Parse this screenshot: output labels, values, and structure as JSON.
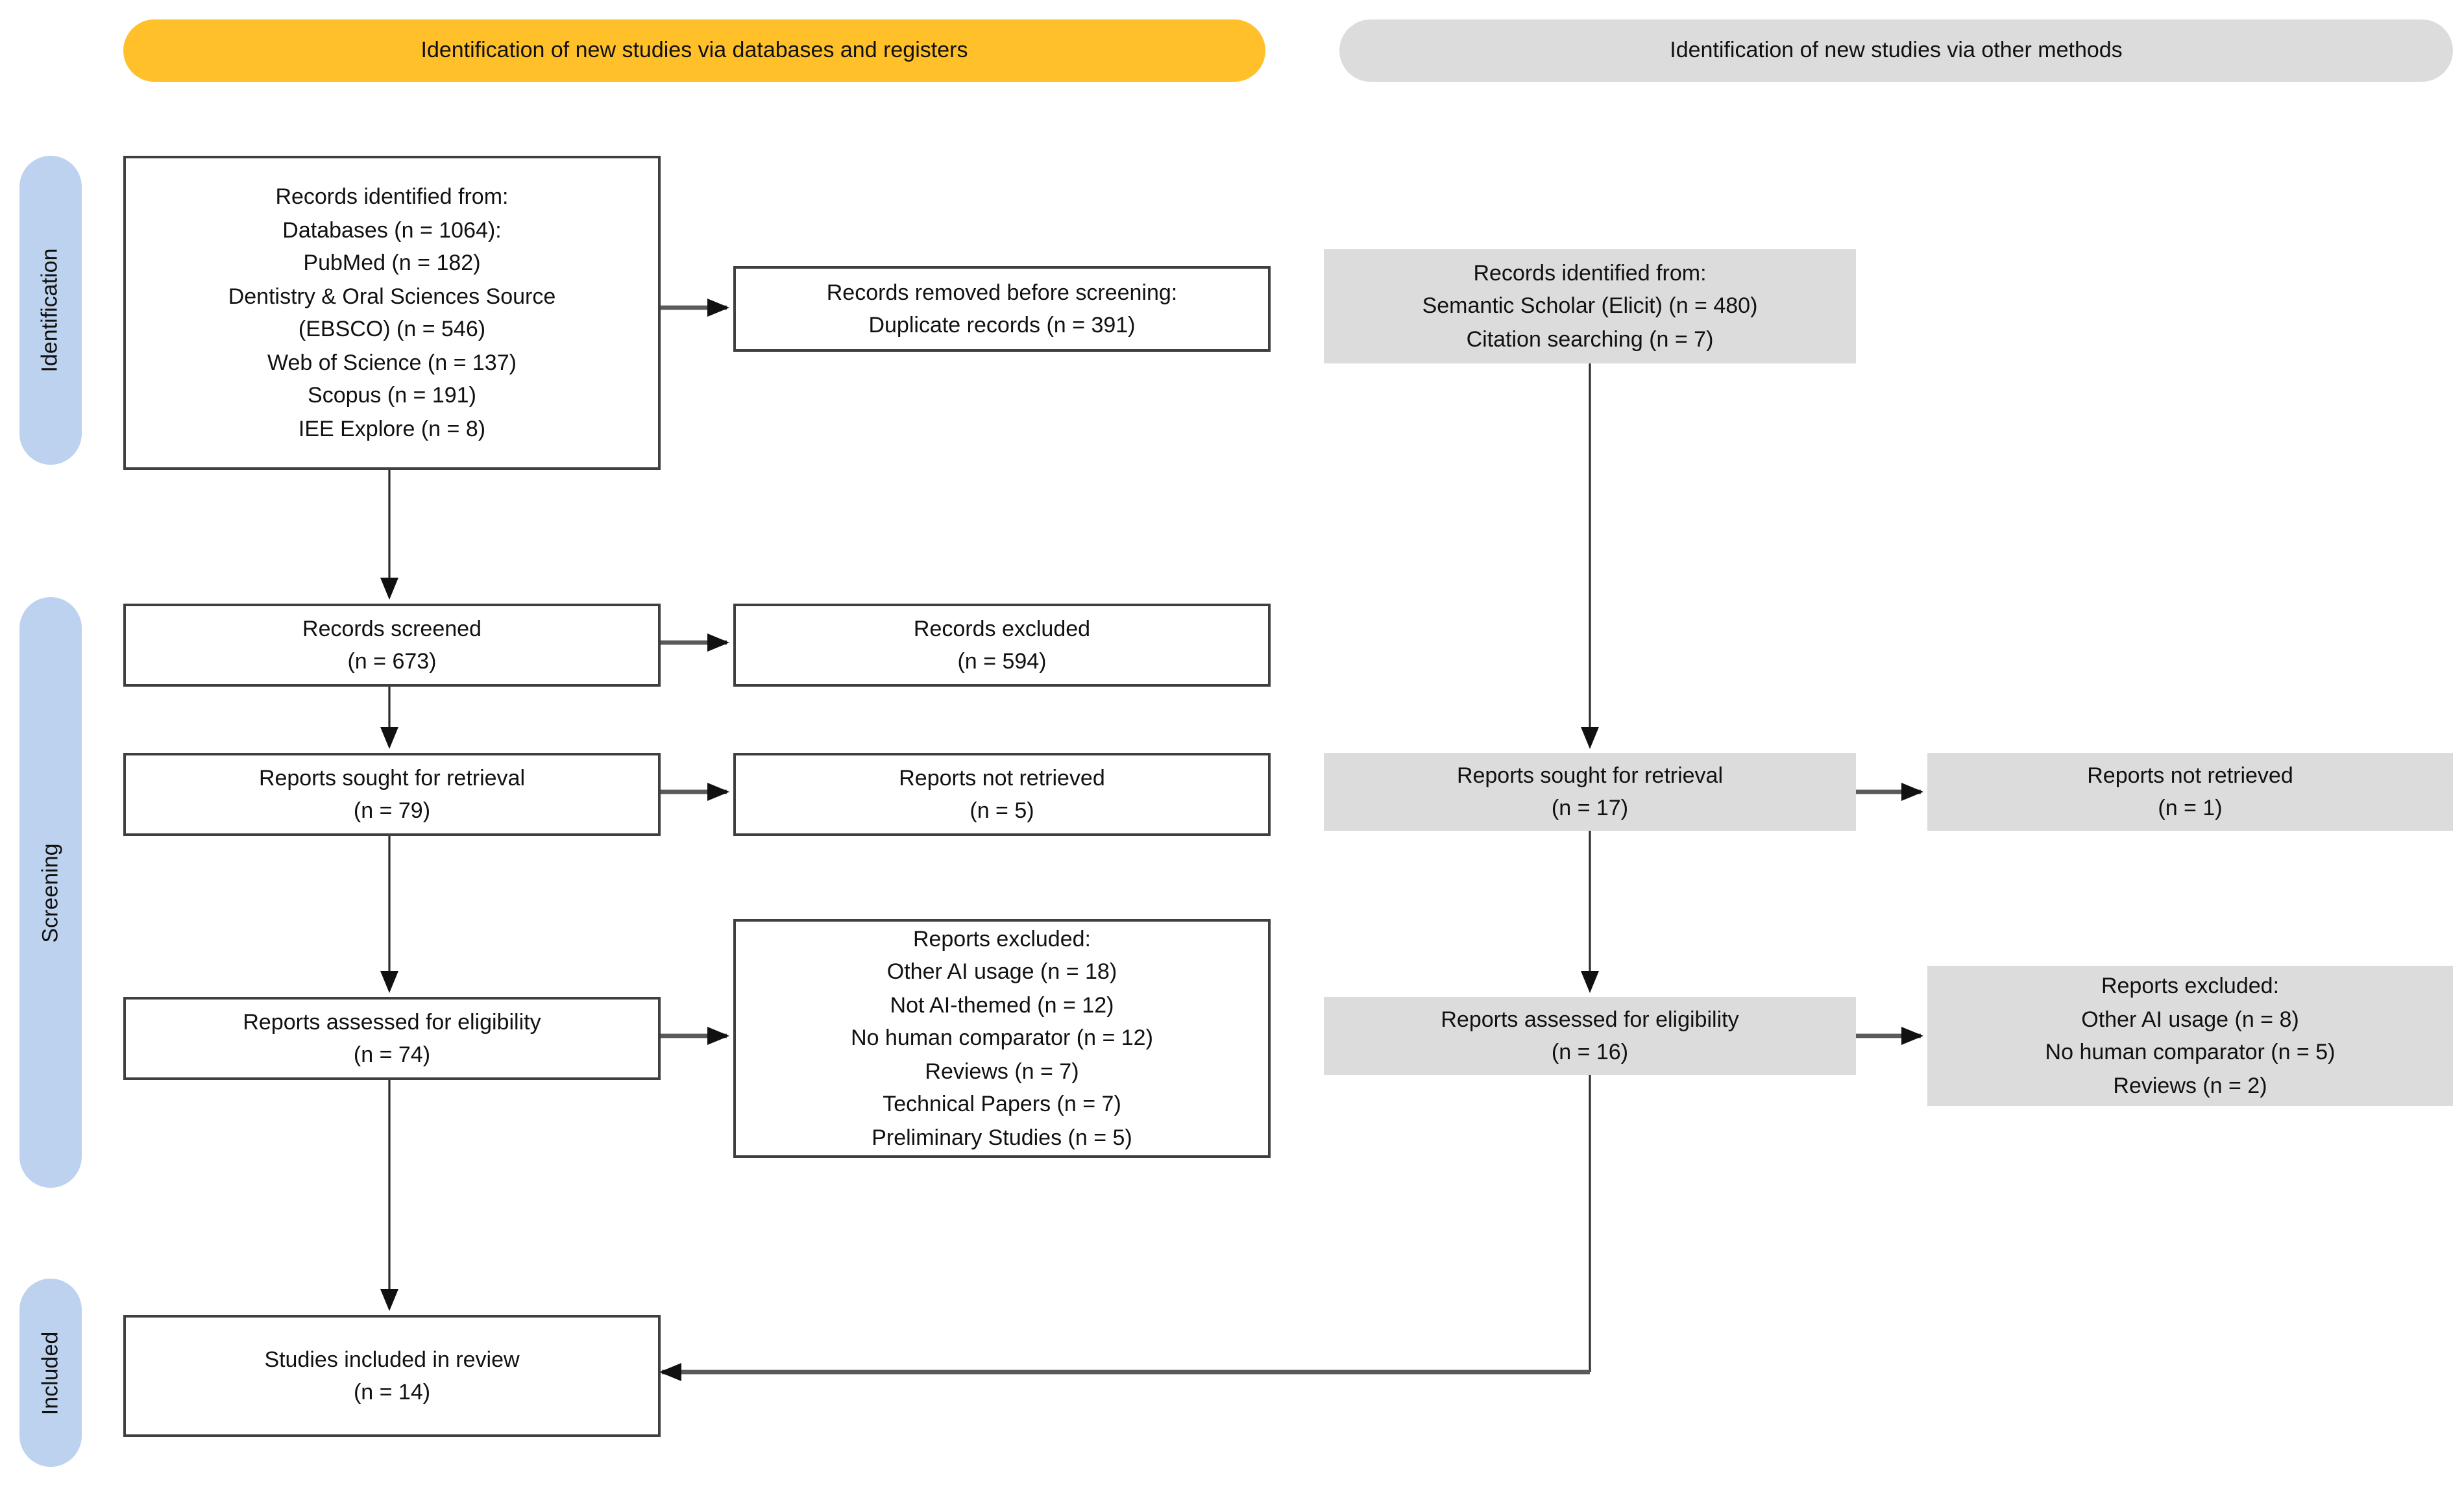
{
  "headers": {
    "databases": "Identification of new studies via databases and registers",
    "other_methods": "Identification of new studies via other methods"
  },
  "stages": [
    {
      "label": "Identification"
    },
    {
      "label": "Screening"
    },
    {
      "label": "Included"
    }
  ],
  "nodes": {
    "records_identified_databases": {
      "lines": [
        "Records identified from:",
        "Databases (n = 1064):",
        "PubMed (n = 182)",
        "Dentistry & Oral Sciences Source",
        "(EBSCO) (n = 546)",
        "Web of Science (n = 137)",
        "Scopus (n = 191)",
        "IEE Explore (n = 8)"
      ]
    },
    "records_removed": {
      "lines": [
        "Records removed before screening:",
        "Duplicate records (n = 391)"
      ]
    },
    "records_screened": {
      "lines": [
        "Records screened",
        "(n = 673)"
      ]
    },
    "records_excluded": {
      "lines": [
        "Records excluded",
        "(n = 594)"
      ]
    },
    "reports_sought_databases": {
      "lines": [
        "Reports sought for retrieval",
        "(n = 79)"
      ]
    },
    "reports_not_retrieved_databases": {
      "lines": [
        "Reports not retrieved",
        "(n = 5)"
      ]
    },
    "reports_assessed_databases": {
      "lines": [
        "Reports assessed for eligibility",
        "(n = 74)"
      ]
    },
    "reports_excluded_databases": {
      "lines": [
        "Reports excluded:",
        "Other AI usage (n = 18)",
        "Not AI-themed (n = 12)",
        "No human comparator (n = 12)",
        "Reviews (n = 7)",
        "Technical Papers (n = 7)",
        "Preliminary Studies (n = 5)"
      ]
    },
    "studies_included": {
      "lines": [
        "Studies included in review",
        "(n = 14)"
      ]
    },
    "records_identified_other": {
      "lines": [
        "Records identified from:",
        "Semantic Scholar (Elicit) (n = 480)",
        "Citation searching (n = 7)"
      ]
    },
    "reports_sought_other": {
      "lines": [
        "Reports sought for retrieval",
        "(n = 17)"
      ]
    },
    "reports_not_retrieved_other": {
      "lines": [
        "Reports not retrieved",
        "(n = 1)"
      ]
    },
    "reports_assessed_other": {
      "lines": [
        "Reports assessed for eligibility",
        "(n = 16)"
      ]
    },
    "reports_excluded_other": {
      "lines": [
        "Reports excluded:",
        "Other AI usage (n = 8)",
        "No human comparator (n = 5)",
        "Reviews (n = 2)"
      ]
    }
  },
  "colors": {
    "header_databases_bg": "#FFC02A",
    "header_other_bg": "#DCDCDC",
    "stage_pill_bg": "#BDD2EE",
    "gray_node_bg": "#DCDCDC",
    "node_border": "#3F3F3F",
    "text": "#111111",
    "background": "#FFFFFF"
  }
}
